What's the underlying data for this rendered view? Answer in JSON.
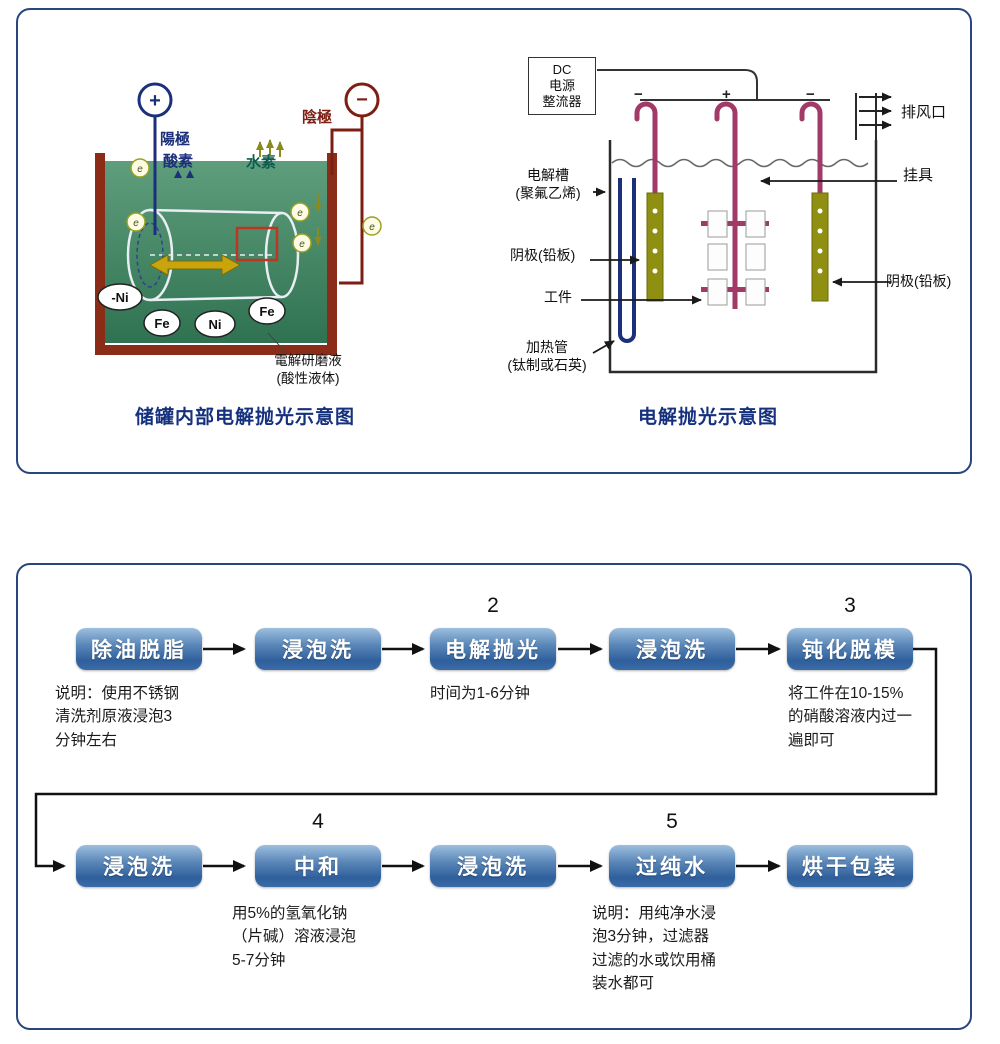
{
  "colors": {
    "panel_border": "#27457f",
    "caption_navy": "#15317e",
    "button_blue_top": "#9dbfdf",
    "button_blue_bottom": "#2f5f9c",
    "tank_wall_maroon": "#8a2c18",
    "liquid_green": "#3f8a63",
    "electrode_magenta": "#a23a68",
    "lead_plate_olive": "#8f8f12",
    "wire_navy": "#1c2f7a",
    "wire_maroon": "#7c1f12"
  },
  "left_diagram": {
    "caption": "储罐内部电解抛光示意图",
    "plus_sign": "+",
    "minus_sign": "−",
    "anode": "陽極",
    "oxygen": "酸素",
    "cathode": "陰極",
    "hydrogen": "水素",
    "electron": "e",
    "ions": [
      "-Ni",
      "Fe",
      "Ni",
      "Fe"
    ],
    "electrolyte": "電解研磨液\n(酸性液体)"
  },
  "right_diagram": {
    "caption": "电解抛光示意图",
    "dc_box": "DC\n电源\n整流器",
    "exhaust": "排风口",
    "hanger": "挂具",
    "tank": "电解槽\n(聚氟乙烯)",
    "cathode_left": "阴极(铅板)",
    "workpiece": "工件",
    "heater": "加热管\n(钛制或石英)",
    "cathode_right": "阴极(铅板)",
    "signs": [
      "−",
      "+",
      "−"
    ]
  },
  "flow": {
    "row1": [
      {
        "label": "除油脱脂",
        "num": "",
        "note": "说明：使用不锈钢\n清洗剂原液浸泡3\n分钟左右"
      },
      {
        "label": "浸泡洗",
        "num": "",
        "note": ""
      },
      {
        "label": "电解抛光",
        "num": "2",
        "note": "时间为1-6分钟"
      },
      {
        "label": "浸泡洗",
        "num": "",
        "note": ""
      },
      {
        "label": "钝化脱模",
        "num": "3",
        "note": "将工件在10-15%\n的硝酸溶液内过一\n遍即可"
      }
    ],
    "row2": [
      {
        "label": "浸泡洗",
        "num": "",
        "note": ""
      },
      {
        "label": "中和",
        "num": "4",
        "note": "用5%的氢氧化钠\n（片碱）溶液浸泡\n5-7分钟"
      },
      {
        "label": "浸泡洗",
        "num": "",
        "note": ""
      },
      {
        "label": "过纯水",
        "num": "5",
        "note": "说明：用纯净水浸\n泡3分钟，过滤器\n过滤的水或饮用桶\n装水都可"
      },
      {
        "label": "烘干包装",
        "num": "",
        "note": ""
      }
    ]
  }
}
